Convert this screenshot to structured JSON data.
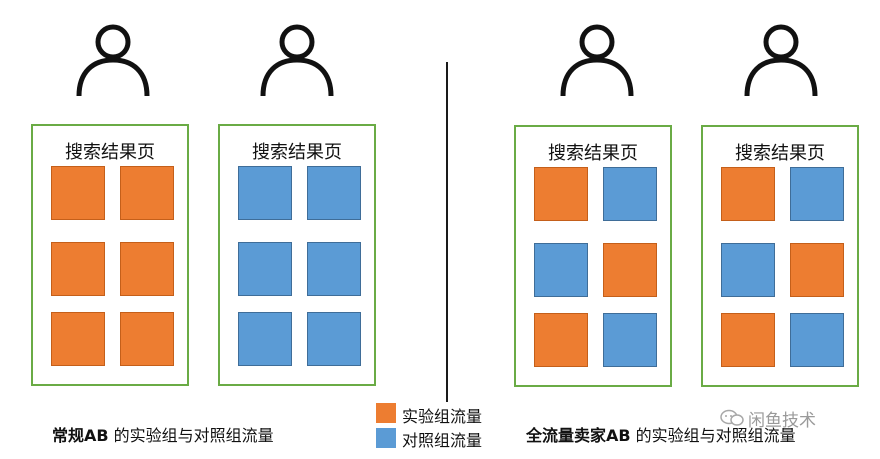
{
  "colors": {
    "experiment": "#ed7d31",
    "control": "#5b9bd5",
    "panel_border": "#6aab45"
  },
  "panel_title": "搜索结果页",
  "panels": [
    {
      "id": "p1",
      "blocks": [
        "e",
        "e",
        "e",
        "e",
        "e",
        "e"
      ]
    },
    {
      "id": "p2",
      "blocks": [
        "c",
        "c",
        "c",
        "c",
        "c",
        "c"
      ]
    },
    {
      "id": "p3",
      "blocks": [
        "e",
        "c",
        "c",
        "e",
        "e",
        "c"
      ]
    },
    {
      "id": "p4",
      "blocks": [
        "e",
        "c",
        "c",
        "e",
        "e",
        "c"
      ]
    }
  ],
  "legend": {
    "experiment_label": "实验组流量",
    "control_label": "对照组流量"
  },
  "captions": {
    "left_bold": "常规AB",
    "left_rest": " 的实验组与对照组流量",
    "right_bold": "全流量卖家AB",
    "right_rest": " 的实验组与对照组流量"
  },
  "watermark": "闲鱼技术"
}
